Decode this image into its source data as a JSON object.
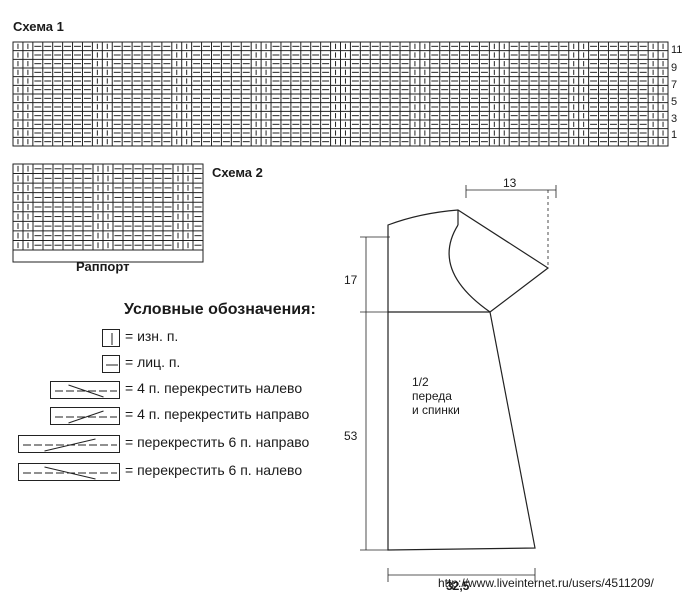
{
  "scheme1": {
    "title": "Схема 1",
    "row_labels": [
      "11",
      "9",
      "7",
      "5",
      "3",
      "1"
    ]
  },
  "scheme2": {
    "title": "Схема 2",
    "rapport": "Раппорт"
  },
  "legend": {
    "title": "Условные обозначения:",
    "items": [
      {
        "text": "= изн. п."
      },
      {
        "text": "= лиц. п."
      },
      {
        "text": "= 4 п. перекрестить налево"
      },
      {
        "text": "= 4 п. перекрестить направо"
      },
      {
        "text": "= перекрестить 6 п. направо"
      },
      {
        "text": "= перекрестить 6 п. налево"
      }
    ]
  },
  "pattern": {
    "half_label_line1": "1/2",
    "half_label_line2": "переда",
    "half_label_line3": "и спинки",
    "dims": {
      "sleeve": "13",
      "armhole": "17",
      "length": "53",
      "bottom": "32,5"
    }
  },
  "watermark": "http://www.liveinternet.ru/users/4511209/"
}
